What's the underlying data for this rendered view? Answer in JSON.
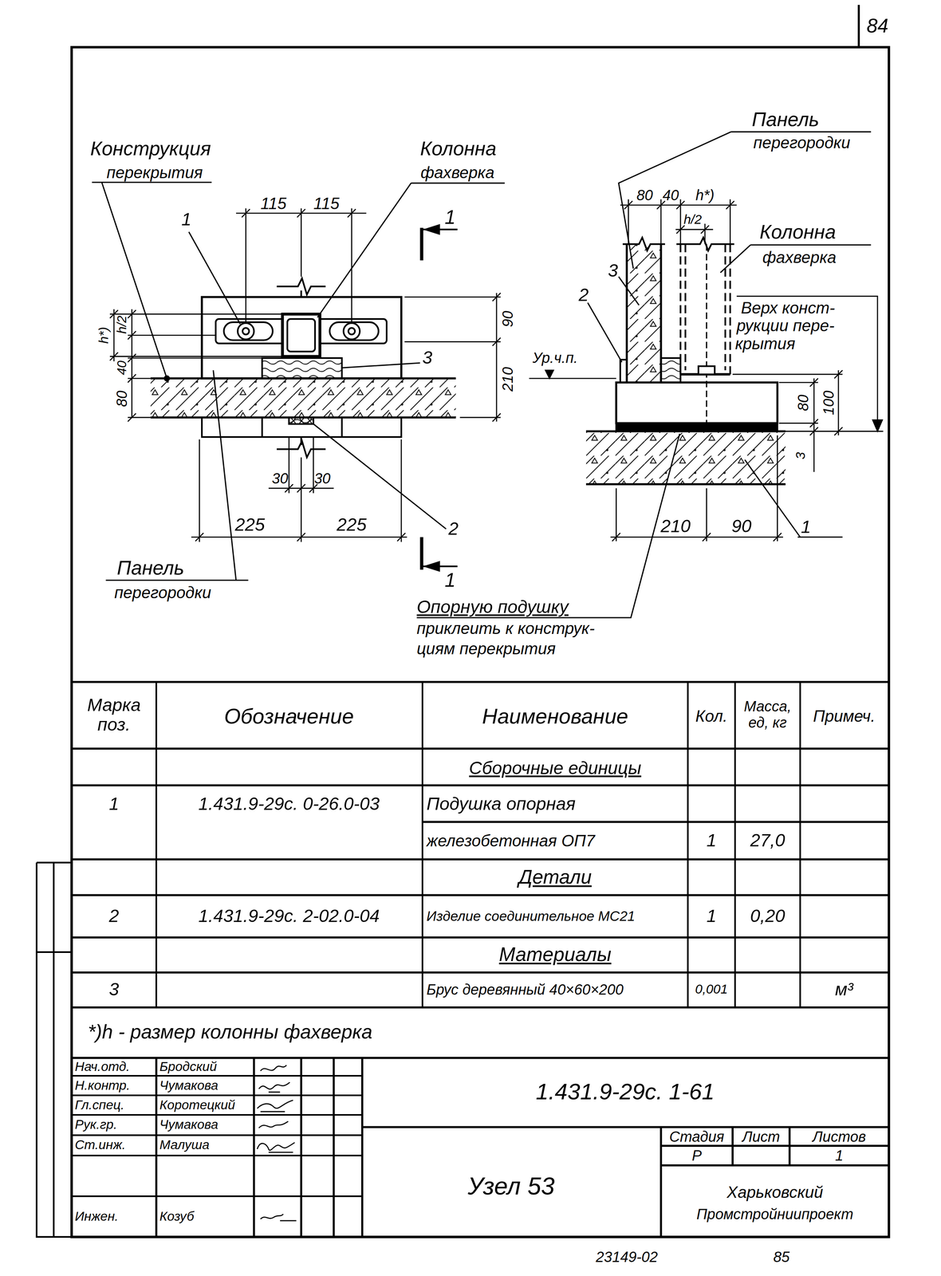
{
  "diagram": {
    "labels": [
      "84",
      "Конструкция",
      "перекрытия",
      "Колонна",
      "фахверка",
      "1",
      "115",
      "115",
      "1",
      "h*)",
      "h/2",
      "40",
      "80",
      "90",
      "3",
      "210",
      "30",
      "30",
      "225",
      "225",
      "2",
      "1",
      "Панель",
      "перегородки",
      "Панель",
      "перегородки",
      "80",
      "40",
      "h*)",
      "h/2",
      "Колонна",
      "фахверка",
      "3",
      "2",
      "Верх конст-",
      "рукции пере-",
      "крытия",
      "Ур.ч.п.",
      "80",
      "100",
      "3",
      "210",
      "90",
      "1",
      "Опорную подушку",
      "приклеить к конструк-",
      "циям перекрытия",
      "Марка поз.",
      "Обозначение",
      "Наименование",
      "Кол.",
      "Масса, ед, кг",
      "Примеч.",
      "Сборочные единицы",
      "1",
      "1.431.9-29с. 0-26.0-03",
      "Подушка опорная",
      "железобетонная ОП7",
      "1",
      "27,0",
      "Детали",
      "2",
      "1.431.9-29с. 2-02.0-04",
      "Изделие соединительное МС21",
      "1",
      "0,20",
      "Материалы",
      "3",
      "Брус деревянный 40×60×200",
      "0,001",
      "м³",
      "*)h - размер колонны фахверка",
      "Нач.отд.",
      "Бродский",
      "Н.контр.",
      "Чумакова",
      "Гл.спец.",
      "Коротецкий",
      "Рук.гр.",
      "Чумакова",
      "Ст.инж.",
      "Малуша",
      "Инжен.",
      "Козуб",
      "1.431.9-29с. 1-61",
      "Узел 53",
      "Стадия",
      "Лист",
      "Листов",
      "Р",
      "1",
      "Харьковский",
      "Промстройниипроект",
      "23149-02",
      "85"
    ]
  }
}
